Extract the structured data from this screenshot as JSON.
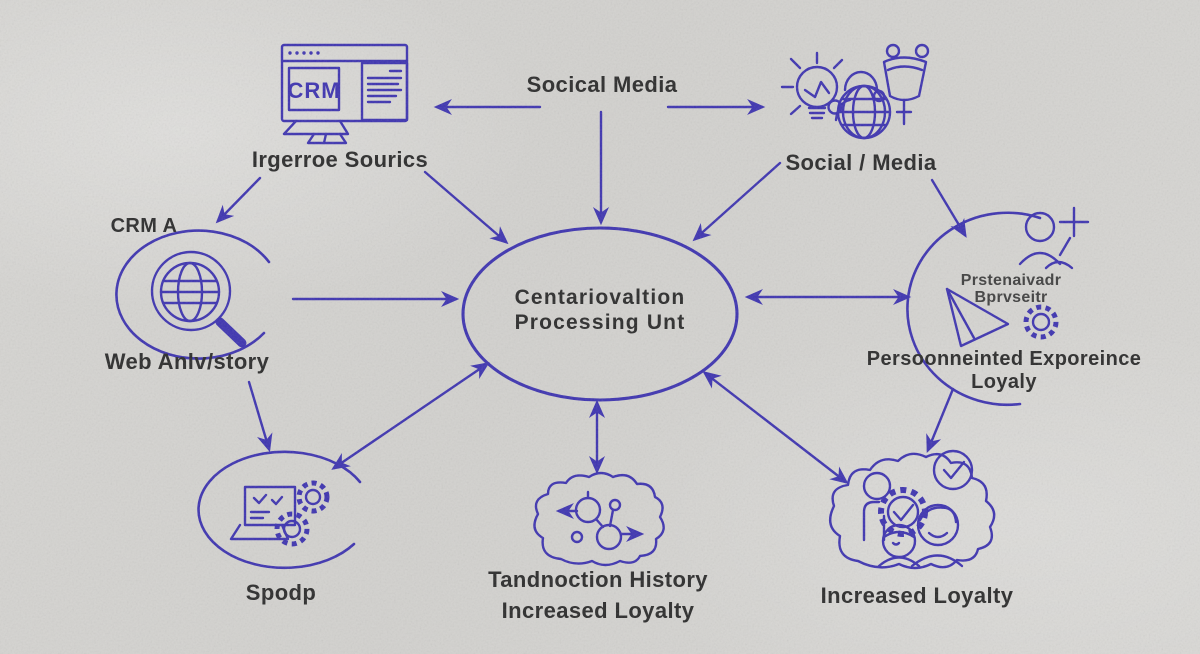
{
  "title": "Customer data centralization diagram",
  "colors": {
    "background": "#d4d3d0",
    "ink": "#3d33b0",
    "label": "#2b2b2b",
    "sublabel": "#3f3f3f"
  },
  "center_node": {
    "line1": "Centariovaltion",
    "line2": "Processing Unt",
    "icon": "ellipse-outline"
  },
  "nodes": {
    "internal_sources": {
      "label": "Irgerroe Sourics",
      "icon": "crm-browser-monitor-icon"
    },
    "social_media_top": {
      "label": "Socical Media"
    },
    "social_media_right": {
      "label": "Social / Media",
      "icons": [
        "lightbulb-icon",
        "person-globe-icon",
        "megaphone-icon"
      ]
    },
    "crm_a": {
      "label": "CRM A"
    },
    "web_analytics": {
      "label": "Web Anlv/story",
      "icon": "globe-magnifier-icon"
    },
    "personalized_experience": {
      "inner_line1": "Prstenaivadr",
      "inner_line2": "Bprvseitr",
      "label_line1": "Persoonneinted Exporeince",
      "label_line2": "Loyaly",
      "icons": [
        "person-plus-icon",
        "paper-plane-icon",
        "gear-icon"
      ]
    },
    "automation": {
      "label": "Spodp",
      "icon": "laptop-gears-icon"
    },
    "transaction_history": {
      "label_line1": "Tandnoction History",
      "label_line2": "Increased Loyalty",
      "icon": "brain-network-icon"
    },
    "increased_loyalty": {
      "label": "Increased Loyalty",
      "icon": "people-checkmarks-cloud-icon"
    }
  },
  "icons": {
    "crm_badge": "CRM"
  },
  "connections": [
    {
      "from": "internal_sources",
      "to": "crm_a",
      "arrows": "one-way"
    },
    {
      "from": "internal_sources",
      "to": "center",
      "arrows": "one-way"
    },
    {
      "from": "social_media_top",
      "to": "internal_sources",
      "arrows": "one-way"
    },
    {
      "from": "social_media_top",
      "to": "social_media_right",
      "arrows": "one-way"
    },
    {
      "from": "social_media_top",
      "to": "center",
      "arrows": "one-way"
    },
    {
      "from": "social_media_right",
      "to": "center",
      "arrows": "one-way"
    },
    {
      "from": "social_media_right",
      "to": "personalized_experience",
      "arrows": "one-way"
    },
    {
      "from": "center",
      "to": "personalized_experience",
      "arrows": "two-way"
    },
    {
      "from": "web_analytics",
      "to": "center",
      "arrows": "one-way"
    },
    {
      "from": "web_analytics",
      "to": "automation",
      "arrows": "one-way"
    },
    {
      "from": "automation",
      "to": "center",
      "arrows": "two-way"
    },
    {
      "from": "center",
      "to": "transaction_history",
      "arrows": "two-way"
    },
    {
      "from": "center",
      "to": "increased_loyalty",
      "arrows": "two-way"
    },
    {
      "from": "personalized_experience",
      "to": "increased_loyalty",
      "arrows": "one-way"
    }
  ]
}
